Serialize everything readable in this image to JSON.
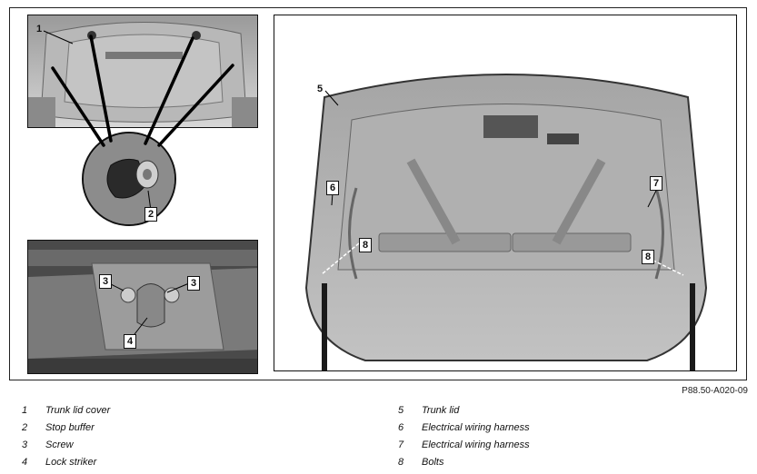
{
  "figure_code": "P88.50-A020-09",
  "callouts": {
    "c1": "1",
    "c2": "2",
    "c3a": "3",
    "c3b": "3",
    "c4": "4",
    "c5": "5",
    "c6": "6",
    "c7": "7",
    "c8a": "8",
    "c8b": "8"
  },
  "legend": {
    "left": [
      {
        "num": "1",
        "text": "Trunk lid cover"
      },
      {
        "num": "2",
        "text": "Stop buffer"
      },
      {
        "num": "3",
        "text": "Screw"
      },
      {
        "num": "4",
        "text": "Lock striker"
      }
    ],
    "right": [
      {
        "num": "5",
        "text": "Trunk lid"
      },
      {
        "num": "6",
        "text": "Electrical wiring harness"
      },
      {
        "num": "7",
        "text": "Electrical wiring harness"
      },
      {
        "num": "8",
        "text": "Bolts"
      }
    ]
  }
}
